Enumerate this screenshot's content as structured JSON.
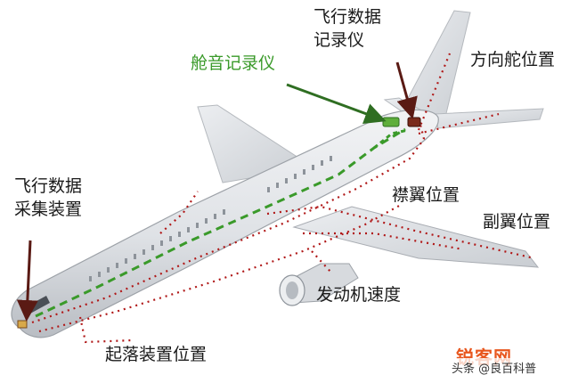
{
  "labels": {
    "fdr": [
      "飞行数据",
      "记录仪"
    ],
    "cvr": "舱音记录仪",
    "rudder": "方向舵位置",
    "fdau": [
      "飞行数据",
      "采集装置"
    ],
    "flap": "襟翼位置",
    "aileron": "副翼位置",
    "engine": "发动机速度",
    "gear": "起落装置位置"
  },
  "watermark": "锐客网",
  "credit": "头条 @良百科普",
  "colors": {
    "green": "#3a9a2a",
    "red": "#b01818",
    "fuselage": "#e3e5e8",
    "arrow": "#5a1a14"
  }
}
